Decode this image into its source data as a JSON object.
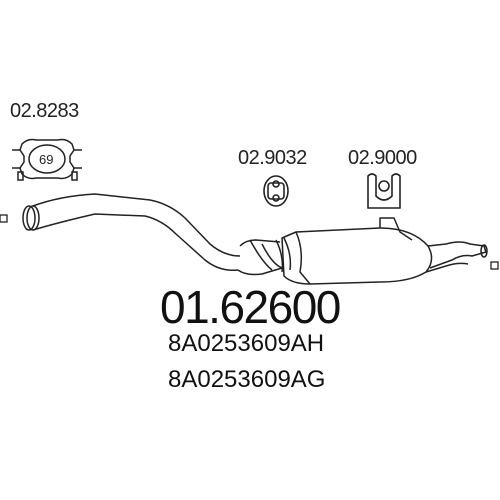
{
  "diagram": {
    "part_number": "01.62600",
    "oem_numbers": [
      "8A0253609AH",
      "8A0253609AG"
    ],
    "accessories": [
      {
        "ref": "02.8283",
        "kind": "clamp-icon",
        "badge": "69"
      },
      {
        "ref": "02.9032",
        "kind": "rubber-ring-icon"
      },
      {
        "ref": "02.9000",
        "kind": "hanger-icon"
      }
    ],
    "line_color": "#222222"
  }
}
